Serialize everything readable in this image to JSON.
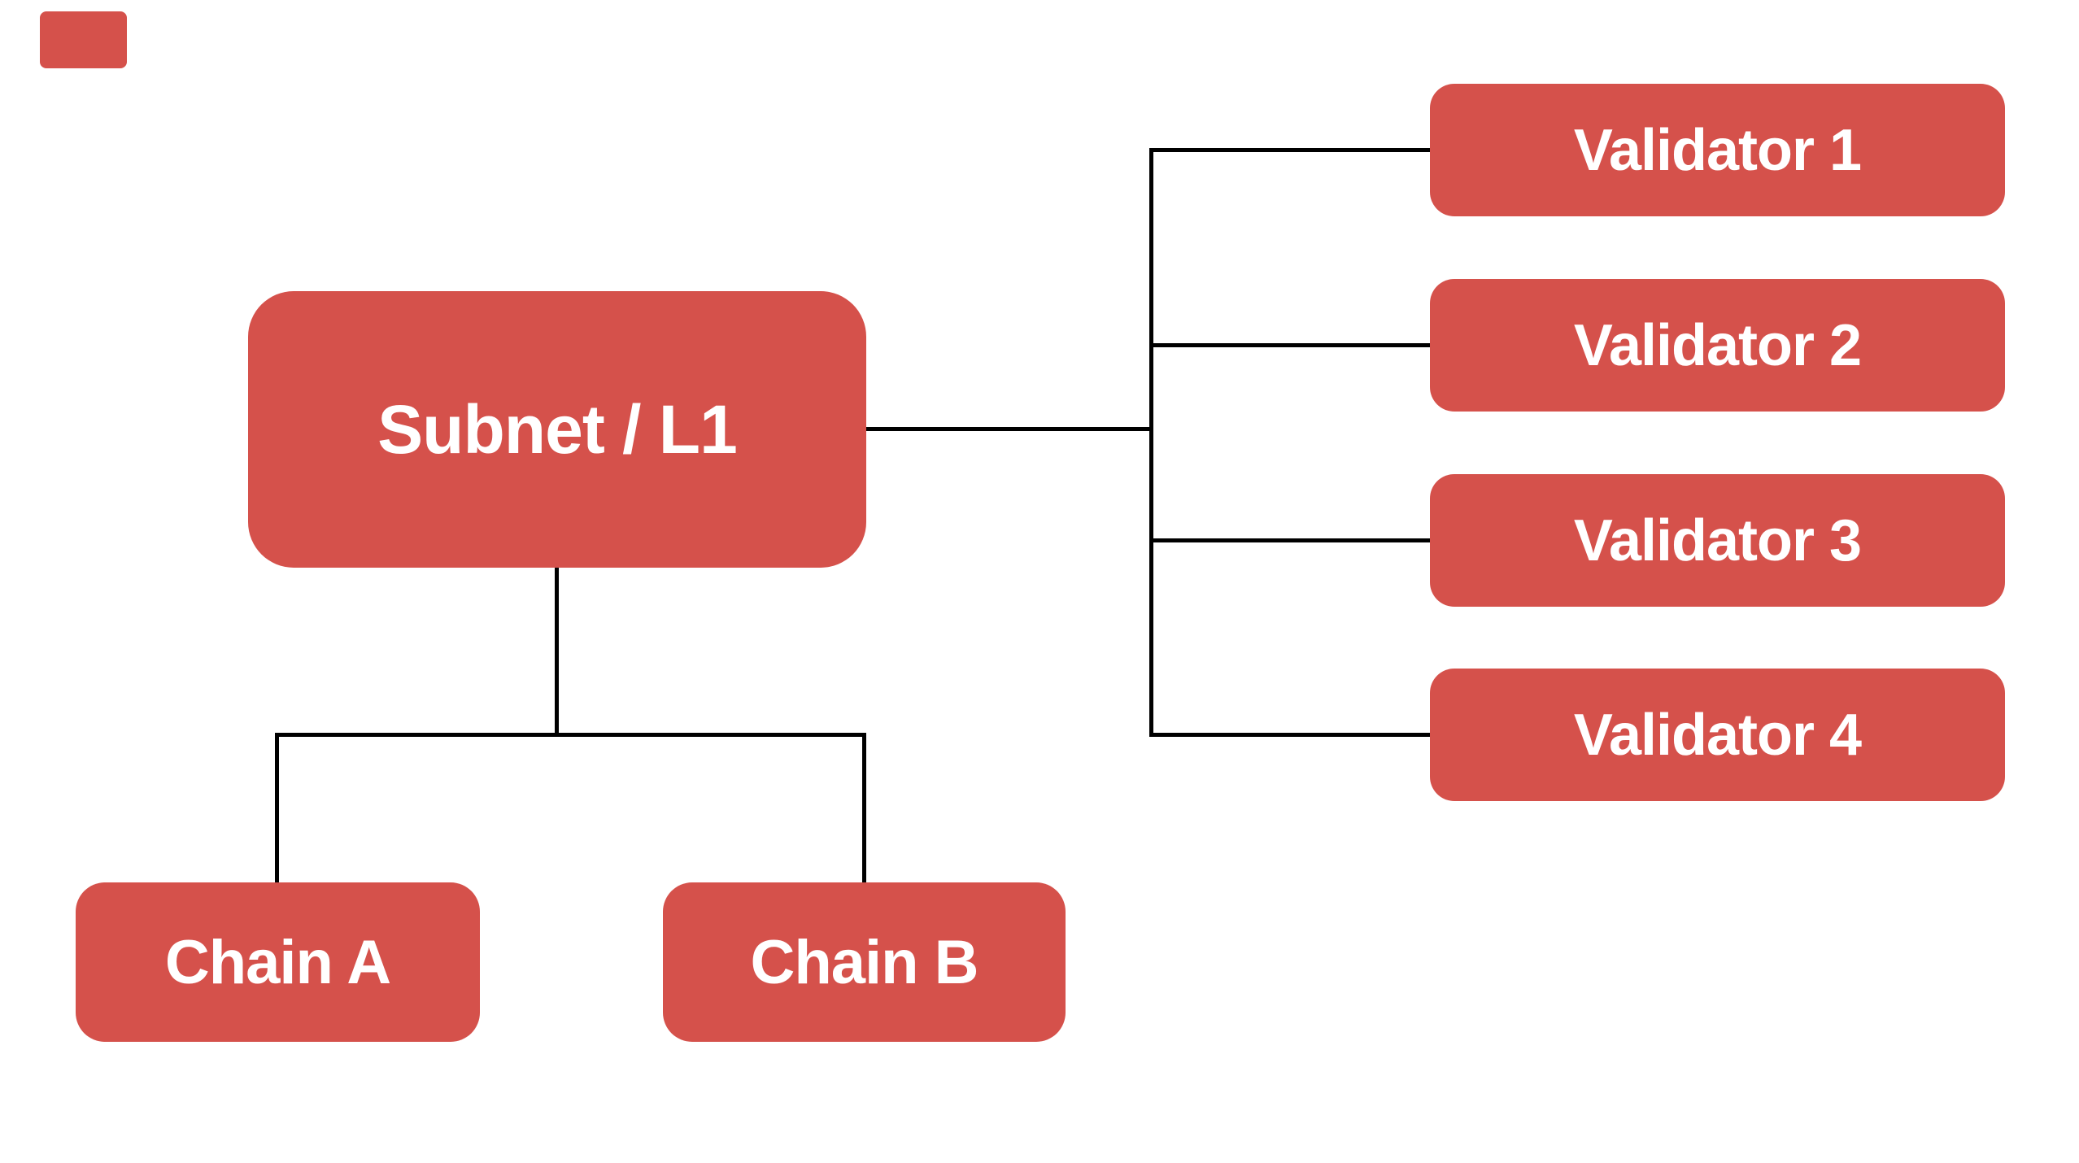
{
  "diagram": {
    "colors": {
      "background": "#ffffff",
      "node_fill": "#d5514b",
      "node_text": "#ffffff",
      "connector": "#000000"
    },
    "nodes": {
      "subnet": {
        "label": "Subnet / L1"
      },
      "validators": [
        {
          "label": "Validator 1"
        },
        {
          "label": "Validator 2"
        },
        {
          "label": "Validator 3"
        },
        {
          "label": "Validator 4"
        }
      ],
      "chains": [
        {
          "label": "Chain A"
        },
        {
          "label": "Chain B"
        }
      ]
    },
    "edges": [
      {
        "from": "Subnet / L1",
        "to": "Validator 1"
      },
      {
        "from": "Subnet / L1",
        "to": "Validator 2"
      },
      {
        "from": "Subnet / L1",
        "to": "Validator 3"
      },
      {
        "from": "Subnet / L1",
        "to": "Validator 4"
      },
      {
        "from": "Subnet / L1",
        "to": "Chain A"
      },
      {
        "from": "Subnet / L1",
        "to": "Chain B"
      }
    ]
  }
}
